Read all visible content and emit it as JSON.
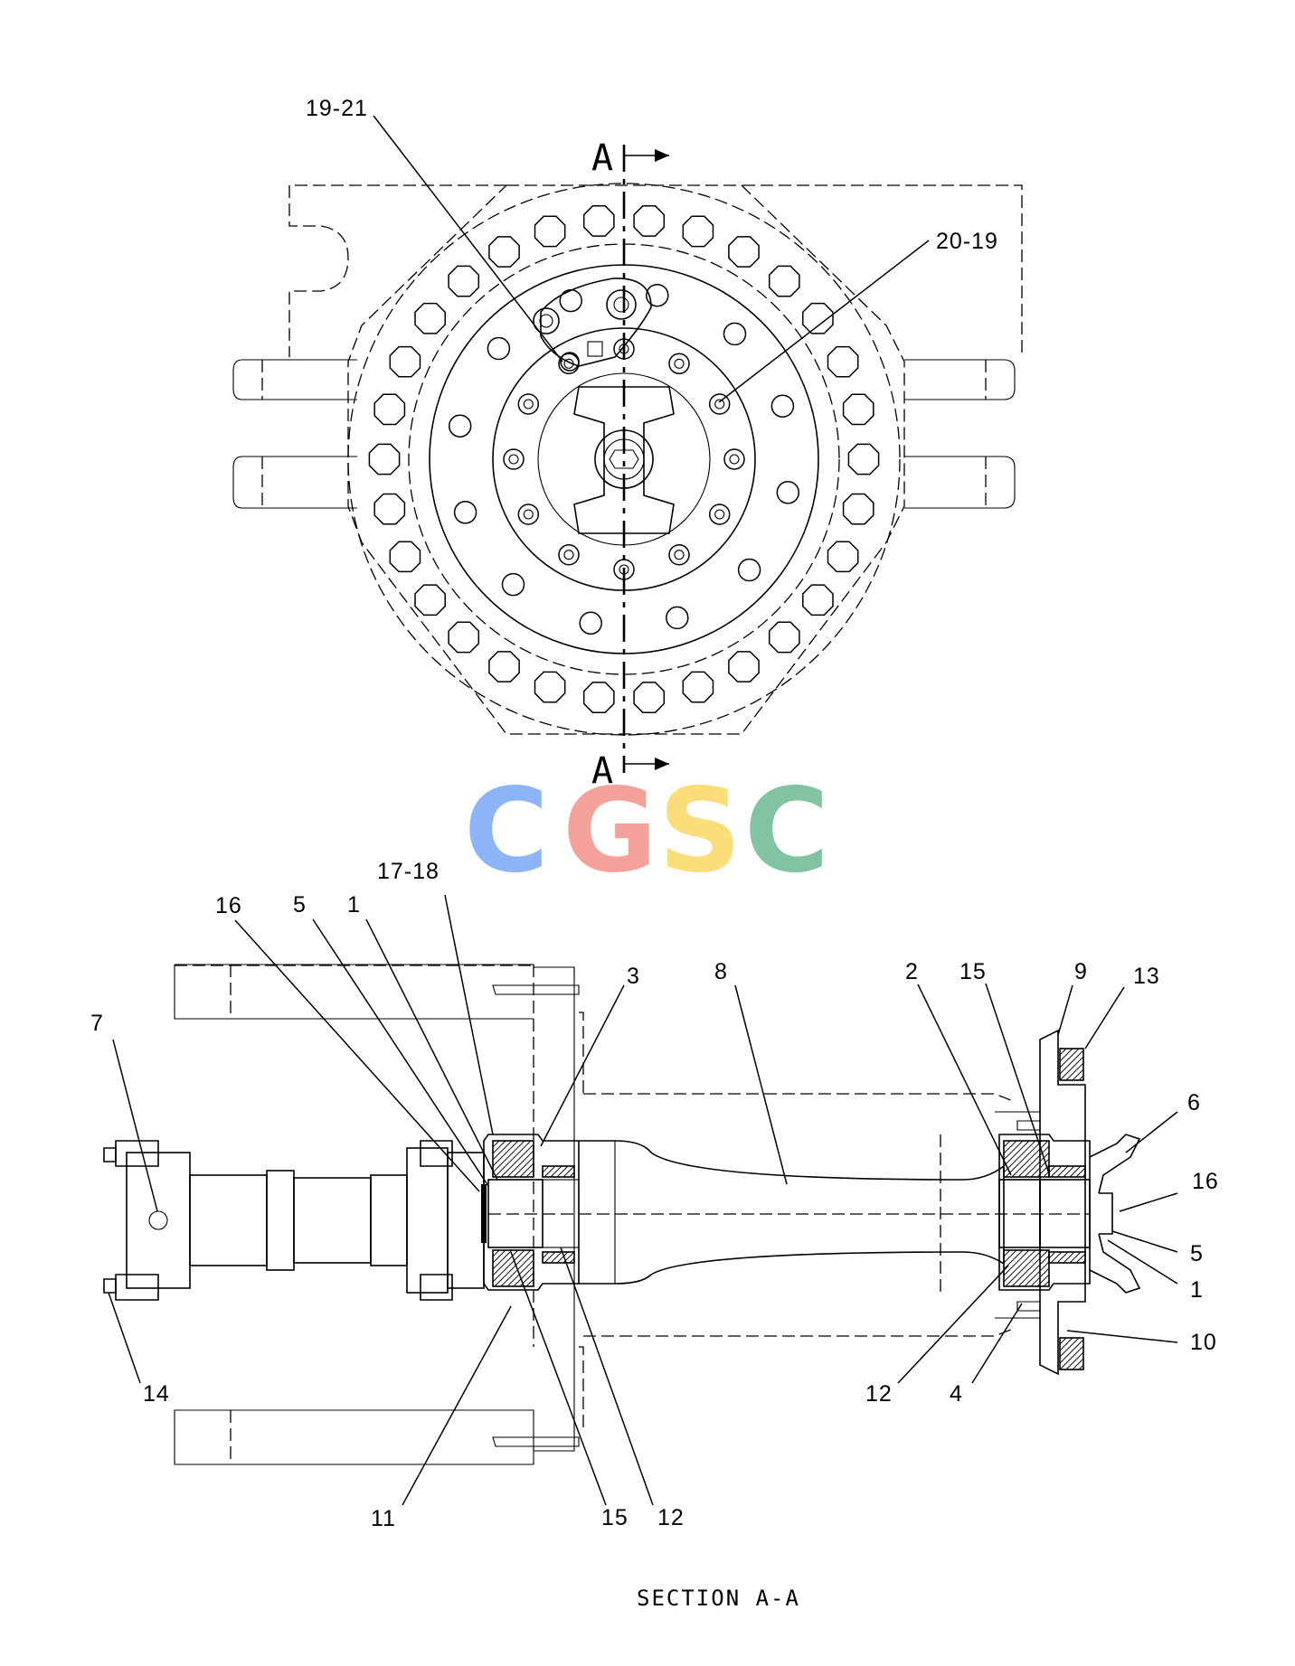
{
  "top_view": {
    "section_marker_top": "A",
    "section_marker_bottom": "A",
    "callouts": [
      {
        "id": "c-19-21",
        "label": "19-21"
      },
      {
        "id": "c-20-19",
        "label": "20-19"
      }
    ]
  },
  "watermark": {
    "letters": [
      "C",
      "G",
      "S",
      "C"
    ],
    "colors": [
      "#8db4f7",
      "#f4a19a",
      "#fbdd7a",
      "#82c3a1"
    ]
  },
  "section_view": {
    "callouts": [
      {
        "id": "s-17-18",
        "label": "17-18"
      },
      {
        "id": "s-16a",
        "label": "16"
      },
      {
        "id": "s-5a",
        "label": "5"
      },
      {
        "id": "s-1a",
        "label": "1"
      },
      {
        "id": "s-3",
        "label": "3"
      },
      {
        "id": "s-8",
        "label": "8"
      },
      {
        "id": "s-2",
        "label": "2"
      },
      {
        "id": "s-15a",
        "label": "15"
      },
      {
        "id": "s-9",
        "label": "9"
      },
      {
        "id": "s-13",
        "label": "13"
      },
      {
        "id": "s-7",
        "label": "7"
      },
      {
        "id": "s-6",
        "label": "6"
      },
      {
        "id": "s-16b",
        "label": "16"
      },
      {
        "id": "s-5b",
        "label": "5"
      },
      {
        "id": "s-1b",
        "label": "1"
      },
      {
        "id": "s-10",
        "label": "10"
      },
      {
        "id": "s-14",
        "label": "14"
      },
      {
        "id": "s-12a",
        "label": "12"
      },
      {
        "id": "s-4",
        "label": "4"
      },
      {
        "id": "s-11",
        "label": "11"
      },
      {
        "id": "s-15b",
        "label": "15"
      },
      {
        "id": "s-12b",
        "label": "12"
      }
    ]
  },
  "caption": "SECTION A-A"
}
